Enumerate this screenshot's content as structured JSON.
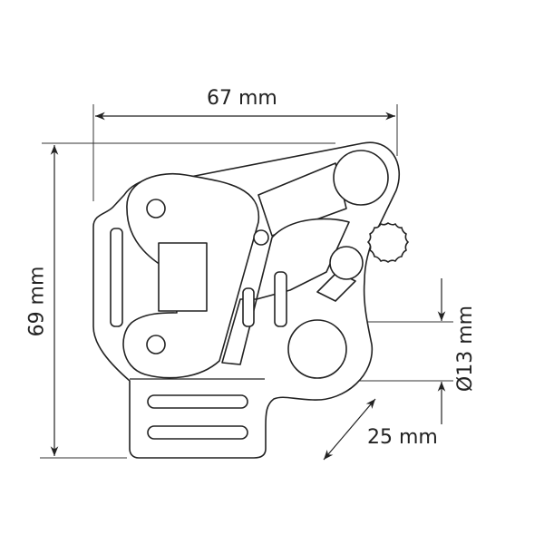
{
  "dimensions": {
    "width": "67 mm",
    "height": "69 mm",
    "diameter": "Ø13 mm",
    "depth": "25 mm"
  },
  "colors": {
    "line": "#222222",
    "background": "#ffffff"
  }
}
